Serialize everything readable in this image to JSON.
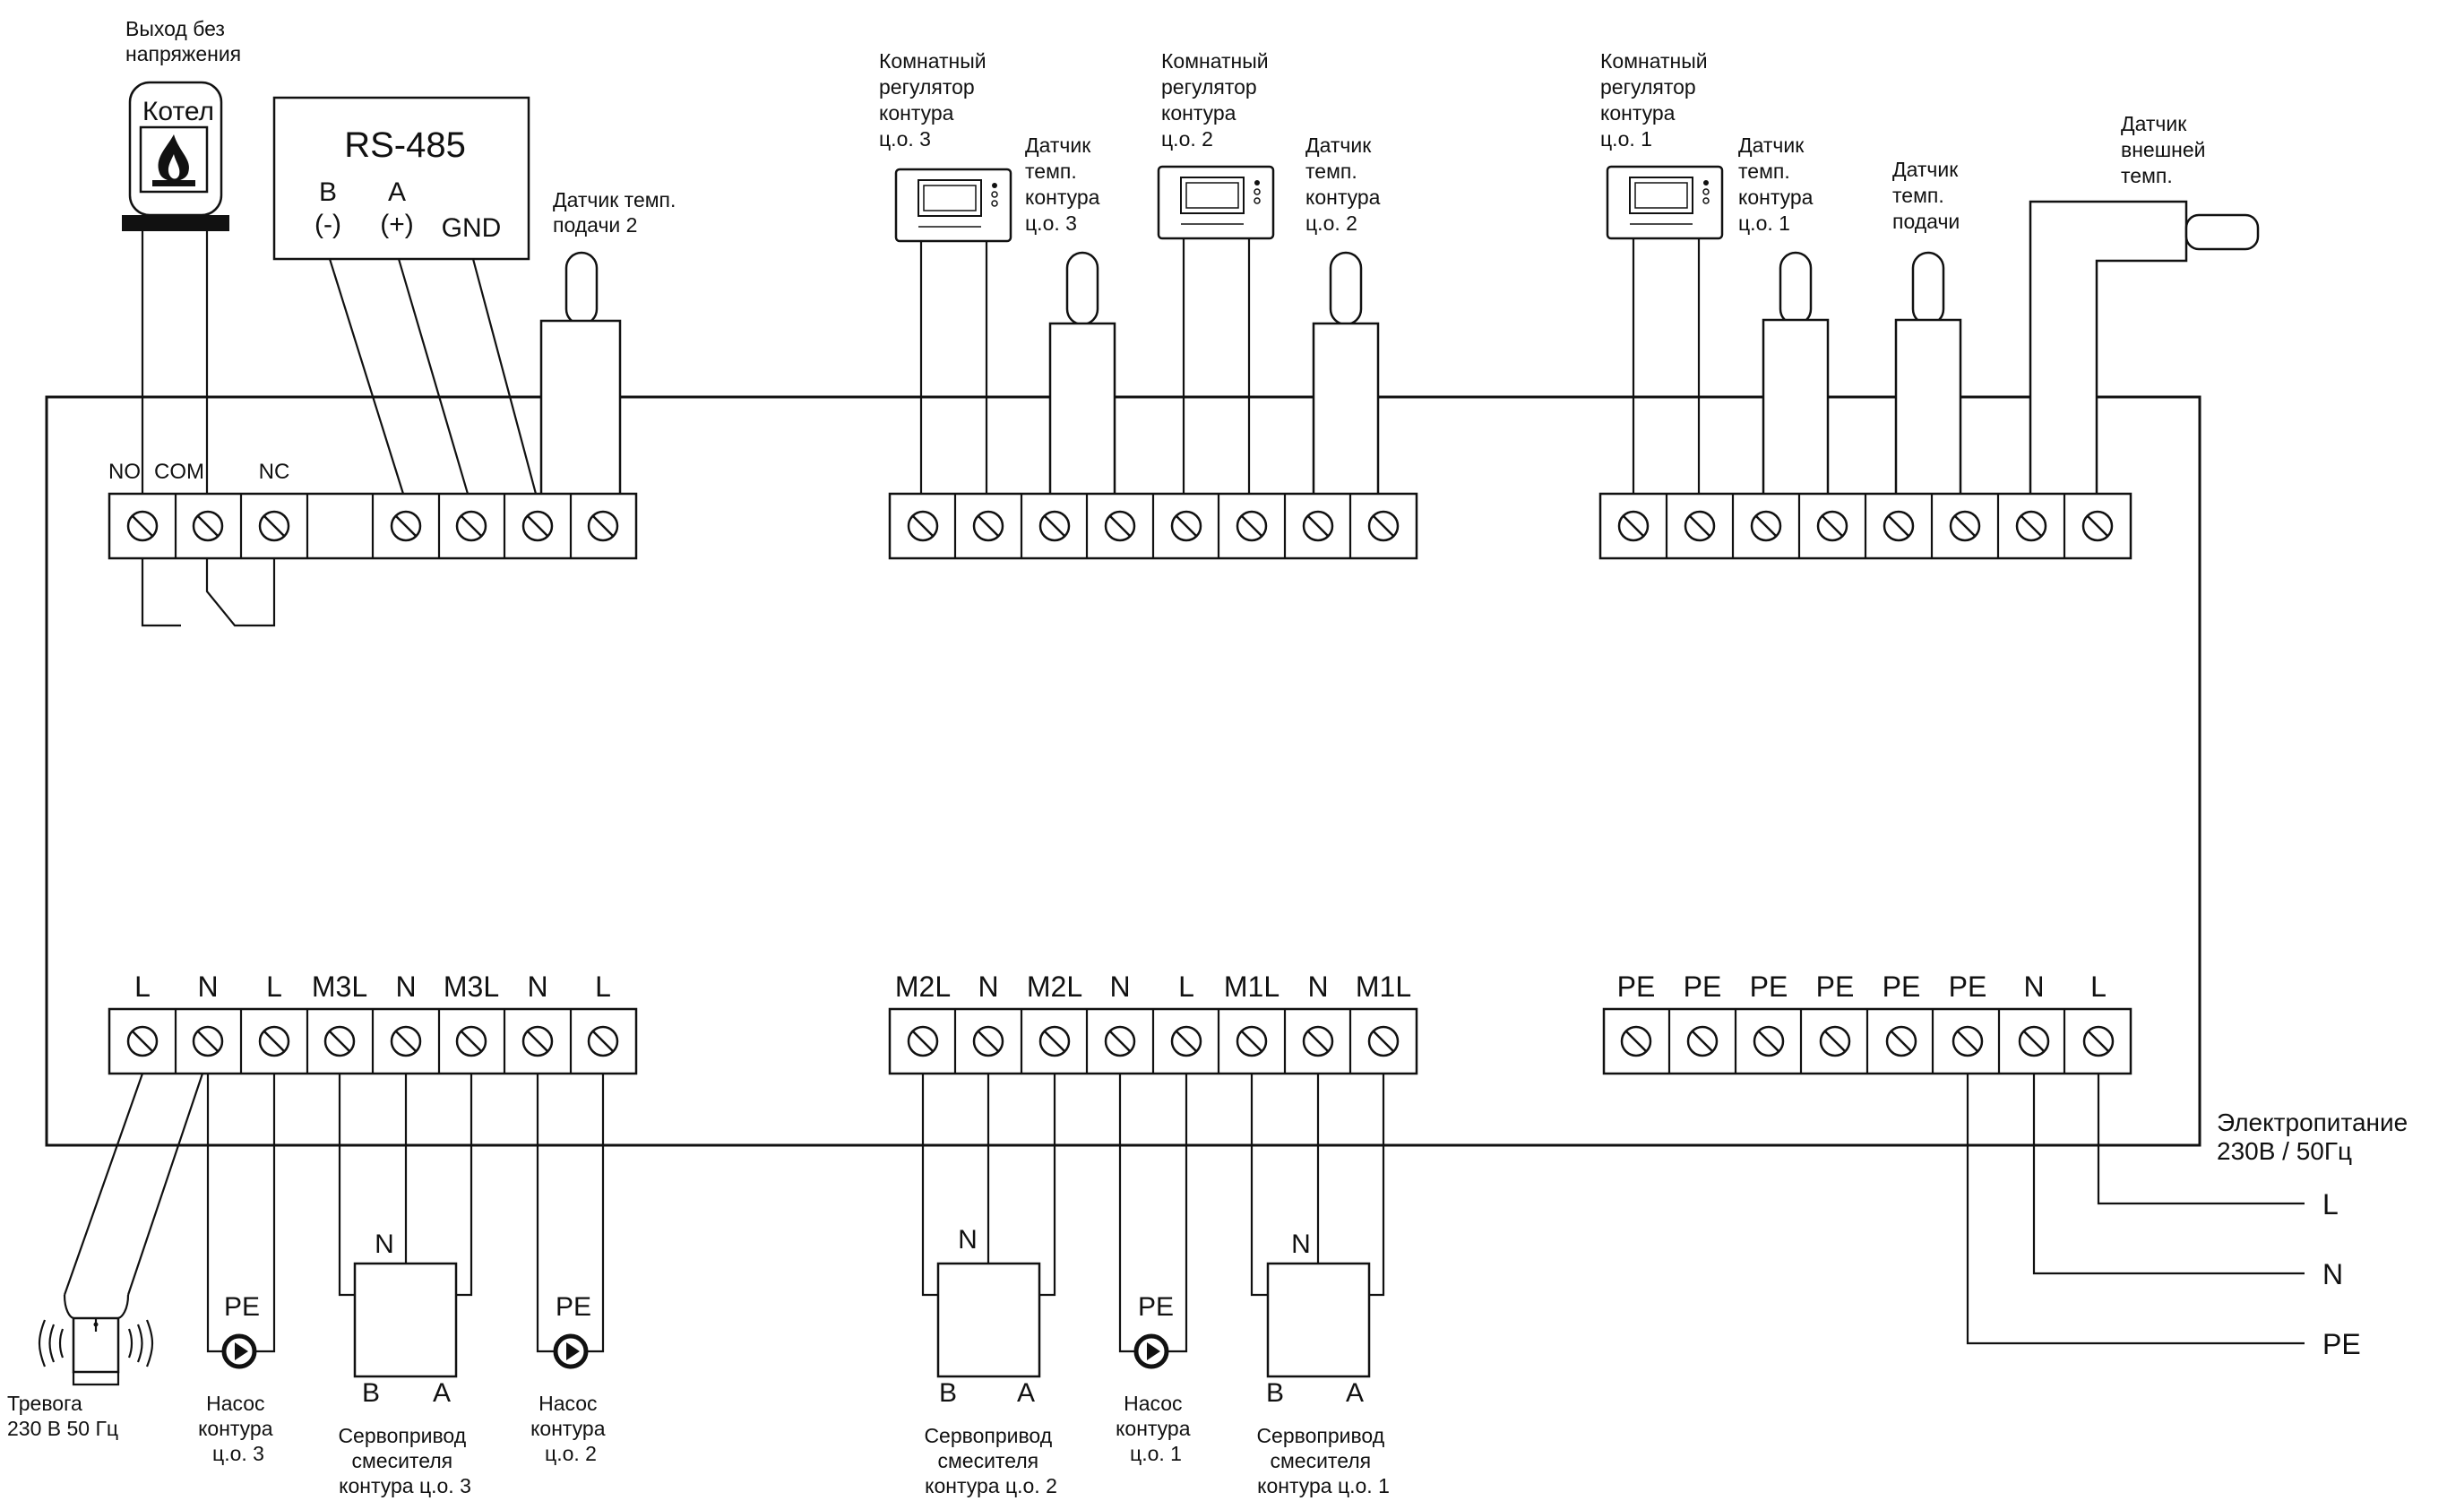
{
  "top_labels": {
    "boiler_output": [
      "Выход без",
      "напряжения"
    ],
    "boiler": "Котел",
    "rs485_title": "RS-485",
    "rs485_b": "B",
    "rs485_b_sign": "(-)",
    "rs485_a": "A",
    "rs485_a_sign": "(+)",
    "rs485_gnd": "GND",
    "flow_sensor_2": [
      "Датчик темп.",
      "подачи 2"
    ],
    "room_reg_3": [
      "Комнатный",
      "регулятор",
      "контура",
      "ц.о. 3"
    ],
    "sensor_circuit_3": [
      "Датчик",
      "темп.",
      "контура",
      "ц.о. 3"
    ],
    "room_reg_2": [
      "Комнатный",
      "регулятор",
      "контура",
      "ц.о. 2"
    ],
    "sensor_circuit_2": [
      "Датчик",
      "темп.",
      "контура",
      "ц.о. 2"
    ],
    "room_reg_1": [
      "Комнатный",
      "регулятор",
      "контура",
      "ц.о. 1"
    ],
    "sensor_circuit_1": [
      "Датчик",
      "темп.",
      "контура",
      "ц.о. 1"
    ],
    "sensor_flow": [
      "Датчик",
      "темп.",
      "подачи"
    ],
    "sensor_outdoor": [
      "Датчик",
      "внешней",
      "темп."
    ],
    "relay_no": "NO",
    "relay_com": "COM",
    "relay_nc": "NC"
  },
  "bottom_terminals": {
    "group1": [
      "L",
      "N",
      "L",
      "M3L",
      "N",
      "M3L",
      "N",
      "L"
    ],
    "group2": [
      "M2L",
      "N",
      "M2L",
      "N",
      "L",
      "M1L",
      "N",
      "M1L"
    ],
    "group3": [
      "PE",
      "PE",
      "PE",
      "PE",
      "PE",
      "PE",
      "N",
      "L"
    ]
  },
  "bottom_labels": {
    "alarm": [
      "Тревога",
      "230 В 50 Гц"
    ],
    "pump_3": [
      "Насос",
      "контура",
      "ц.о. 3"
    ],
    "actuator_3": [
      "Сервопривод",
      "смесителя",
      "контура ц.о. 3"
    ],
    "pump_2": [
      "Насос",
      "контура",
      "ц.о. 2"
    ],
    "actuator_2": [
      "Сервопривод",
      "смесителя",
      "контура ц.о. 2"
    ],
    "pump_1": [
      "Насос",
      "контура",
      "ц.о. 1"
    ],
    "actuator_1": [
      "Сервопривод",
      "смесителя",
      "контура ц.о. 1"
    ],
    "pe": "PE",
    "n": "N",
    "b": "B",
    "a": "A",
    "power": [
      "Электропитание",
      "230В / 50Гц"
    ],
    "power_l": "L",
    "power_n": "N",
    "power_pe": "PE"
  }
}
